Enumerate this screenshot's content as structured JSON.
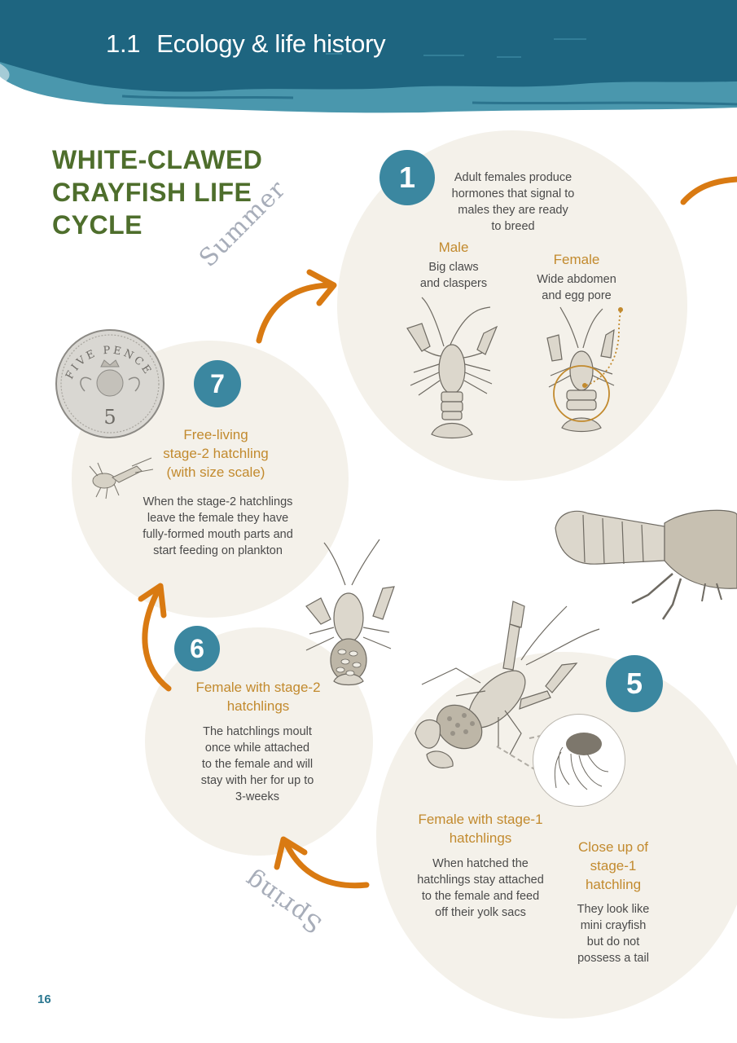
{
  "header": {
    "section_number": "1.1",
    "section_title": "Ecology & life history",
    "banner_color": "#1e6580",
    "banner_light_color": "#4a97ad"
  },
  "title": {
    "line1": "WHITE-CLAWED",
    "line2": "CRAYFISH LIFE",
    "line3": "CYCLE",
    "color": "#4e6e2c"
  },
  "seasons": {
    "summer": "Summer",
    "spring": "Spring"
  },
  "stages": {
    "stage1": {
      "number": "1",
      "description": "Adult females produce hormones that signal to males they are ready to breed",
      "desc_lines": [
        "Adult females produce",
        "hormones that signal to",
        "males they are ready",
        "to breed"
      ],
      "male": {
        "heading": "Male",
        "lines": [
          "Big claws",
          "and claspers"
        ]
      },
      "female": {
        "heading": "Female",
        "lines": [
          "Wide abdomen",
          "and egg pore"
        ]
      }
    },
    "stage5": {
      "number": "5",
      "main": {
        "heading_lines": [
          "Female with stage-1",
          "hatchlings"
        ],
        "lines": [
          "When hatched the",
          "hatchlings stay attached",
          "to the female and feed",
          "off their yolk sacs"
        ]
      },
      "closeup": {
        "heading_lines": [
          "Close up of",
          "stage-1",
          "hatchling"
        ],
        "lines": [
          "They look like",
          "mini crayfish",
          "but do not",
          "possess a tail"
        ]
      }
    },
    "stage6": {
      "number": "6",
      "heading_lines": [
        "Female with stage-2",
        "hatchlings"
      ],
      "lines": [
        "The hatchlings moult",
        "once while attached",
        "to the female and will",
        "stay with her for up to",
        "3-weeks"
      ]
    },
    "stage7": {
      "number": "7",
      "heading_lines": [
        "Free-living",
        "stage-2 hatchling",
        "(with size scale)"
      ],
      "lines": [
        "When the stage-2 hatchlings",
        "leave the female they have",
        "fully-formed mouth parts and",
        "start feeding on plankton"
      ],
      "coin": {
        "top_text": "FIVE PENCE",
        "value": "5"
      }
    }
  },
  "colors": {
    "badge": "#3b87a0",
    "heading_orange": "#c28a2e",
    "arrow_orange": "#d97a12",
    "circle_fill": "#f4f1ea",
    "body_text": "#4a4a4a",
    "season_text": "#a7adb9"
  },
  "footer": {
    "page_number": "16"
  }
}
